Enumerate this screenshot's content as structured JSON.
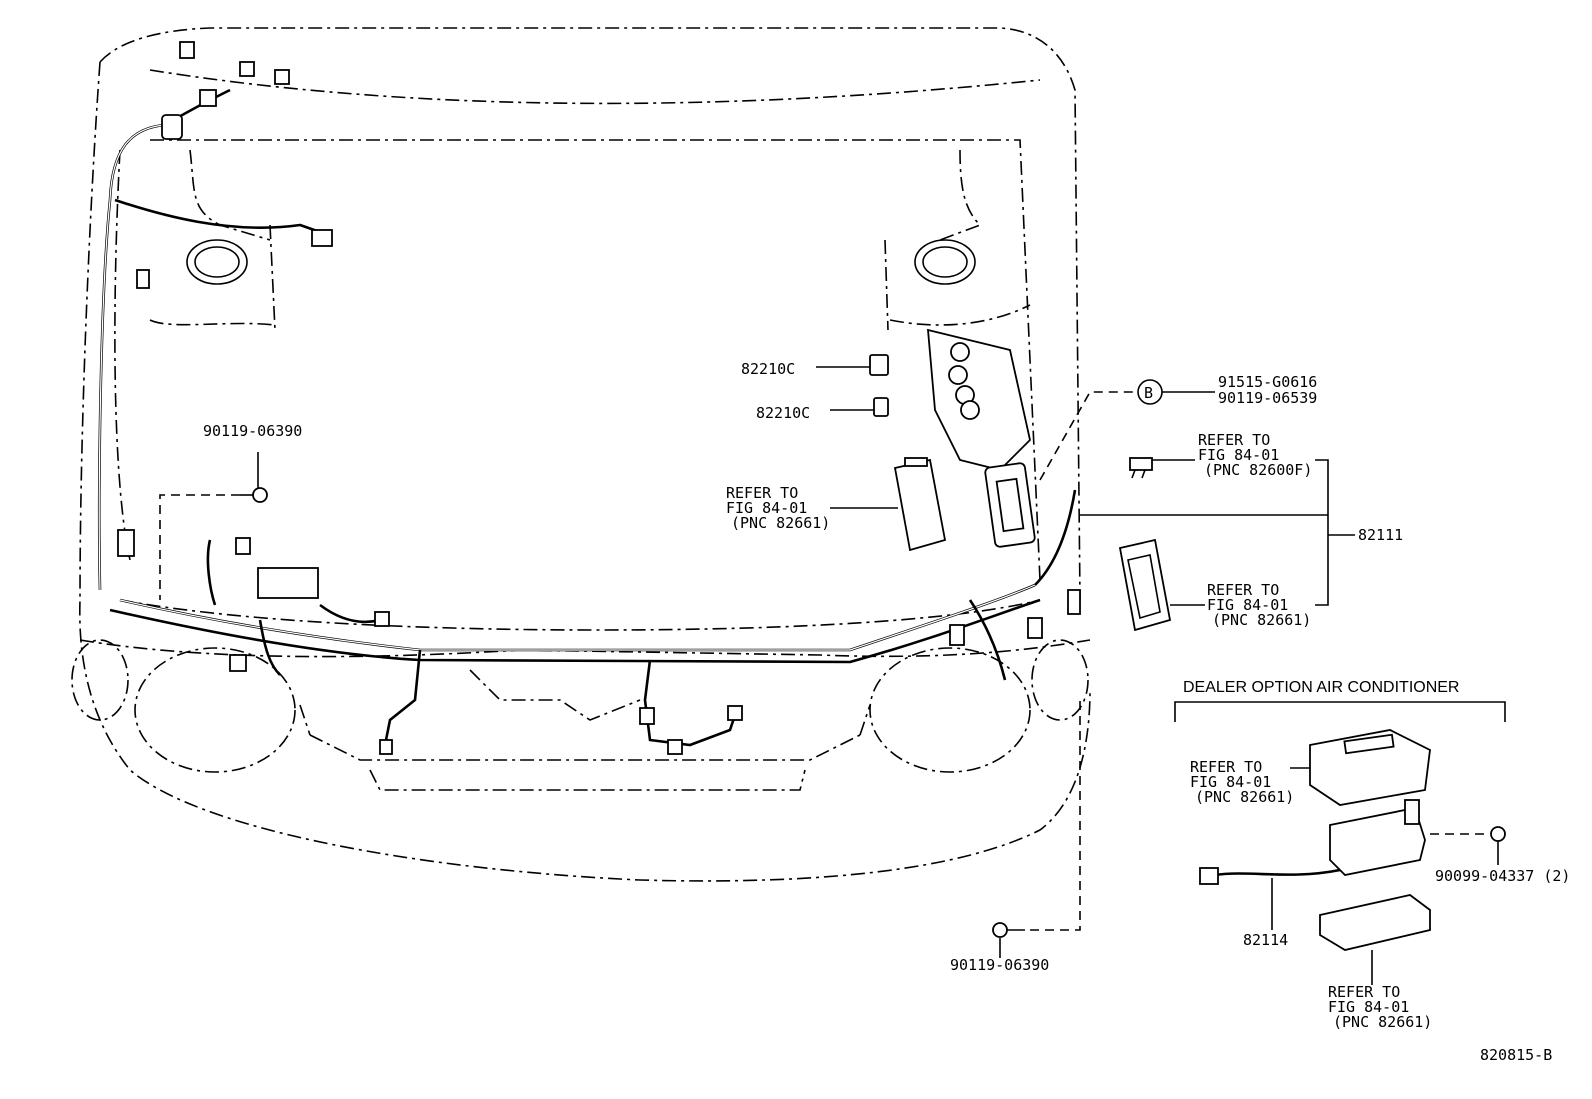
{
  "labels": {
    "bolt_left": "90119-06390",
    "relay_1": "82210C",
    "relay_2": "82210C",
    "refer_block_main": [
      "REFER TO",
      "FIG 84-01",
      "(PNC 82661)"
    ],
    "circle_b": "B",
    "bolt_pair": [
      "91515-G0616",
      "90119-06539"
    ],
    "refer_82600f": [
      "REFER TO",
      "FIG 84-01",
      "(PNC 82600F)"
    ],
    "wire_harness": "82111",
    "refer_block_right": [
      "REFER TO",
      "FIG 84-01",
      "(PNC 82661)"
    ],
    "dealer_option": "DEALER OPTION AIR CONDITIONER",
    "refer_ac_cover": [
      "REFER TO",
      "FIG 84-01",
      "(PNC 82661)"
    ],
    "bolt_ac": "90099-04337 (2)",
    "ac_harness": "82114",
    "refer_ac_lower": [
      "REFER TO",
      "FIG 84-01",
      "(PNC 82661)"
    ],
    "bolt_bottom": "90119-06390",
    "figure_code": "820815-B"
  }
}
